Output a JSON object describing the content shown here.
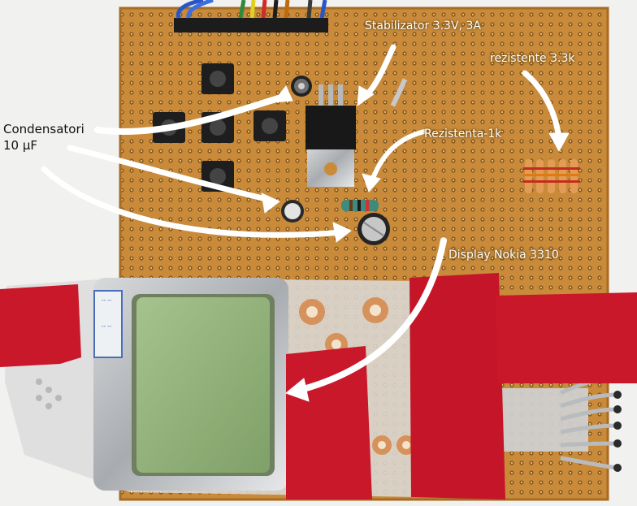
{
  "annotations": {
    "condensatori_line1": "Condensatori",
    "condensatori_line2": "10 µF",
    "stabilizator": "Stabilizator 3.3V, 3A",
    "rezistente": "rezistente 3.3k",
    "rezistenta": "Rezistenta-1k",
    "display": "Display Nokia 3310"
  },
  "colors": {
    "board": "#c98a3a",
    "board_edge": "#b0742a",
    "tape": "#c8182a",
    "lcd": "#8fb07a",
    "arrow": "#ffffff"
  }
}
